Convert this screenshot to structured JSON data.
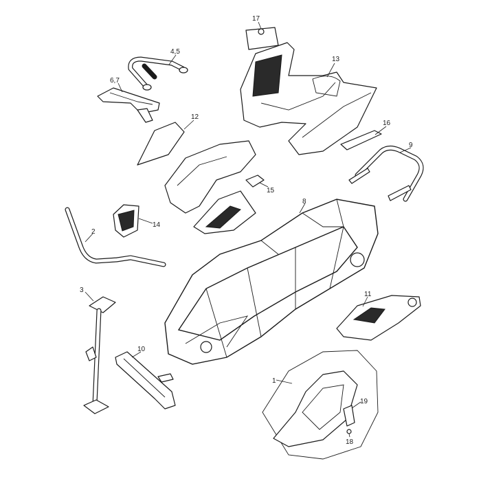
{
  "labels": {
    "p1": "1",
    "p2": "2",
    "p3": "3",
    "p45": "4,5",
    "p67": "6,7",
    "p8": "8",
    "p9": "9",
    "p10": "10",
    "p11": "11",
    "p12": "12",
    "p13": "13",
    "p14": "14",
    "p15": "15",
    "p16": "16",
    "p17": "17",
    "p18": "18",
    "p19": "19"
  }
}
